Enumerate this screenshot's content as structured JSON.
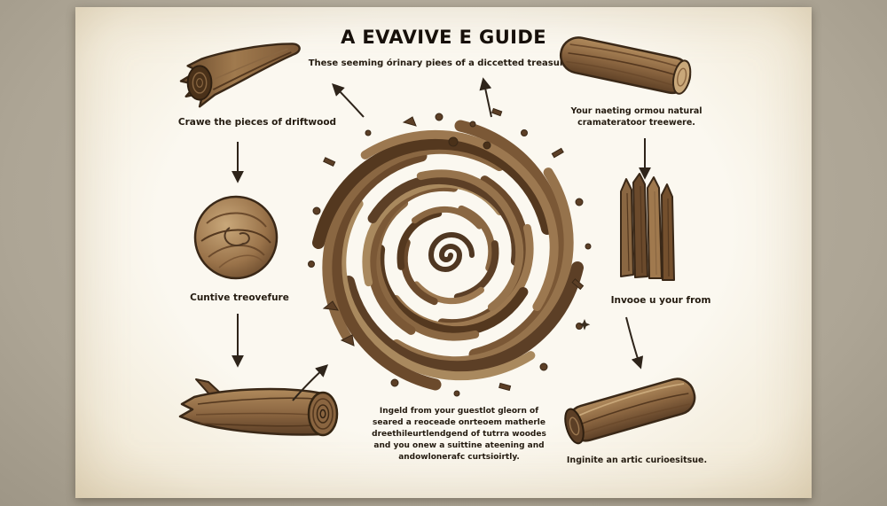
{
  "scene": {
    "background_color": "#ada595",
    "panel_color": "#f9f5ec",
    "ink_color": "#241b10",
    "wood_dark": "#54381f",
    "wood_mid": "#8a6742",
    "wood_light": "#b08a5c"
  },
  "panel": {
    "title": "A EVAVIVE E GUIDE",
    "subtitle": "These seeming órinary piees of a diccetted treasures."
  },
  "labels": {
    "top_left": "Crawe the pieces of driftwood",
    "top_right": [
      "Your naeting ormou natural",
      "cramateratoor treewere."
    ],
    "left": "Cuntive treovefure",
    "right": "Invooe u your from",
    "bottom_center": [
      "Ingeld from your guestlot gleorn of",
      "seared a reoceade onrteoem matherle",
      "dreethileurtlendgend of tutrra woodes",
      "and you onew a suittine ateening and",
      "andowlonerafc curtsioirtly."
    ],
    "bottom_right": "Inginite an artic curioesitsue."
  },
  "illustrations": {
    "top_left": "jagged-driftwood-branch",
    "top_right": "smooth-driftwood-log",
    "middle_left": "twisted-driftwood-sphere",
    "middle_right": "driftwood-stick-bundle",
    "bottom_left": "ringed-driftwood-log",
    "bottom_right": "weathered-driftwood-log",
    "center": "driftwood-spiral-vortex"
  }
}
